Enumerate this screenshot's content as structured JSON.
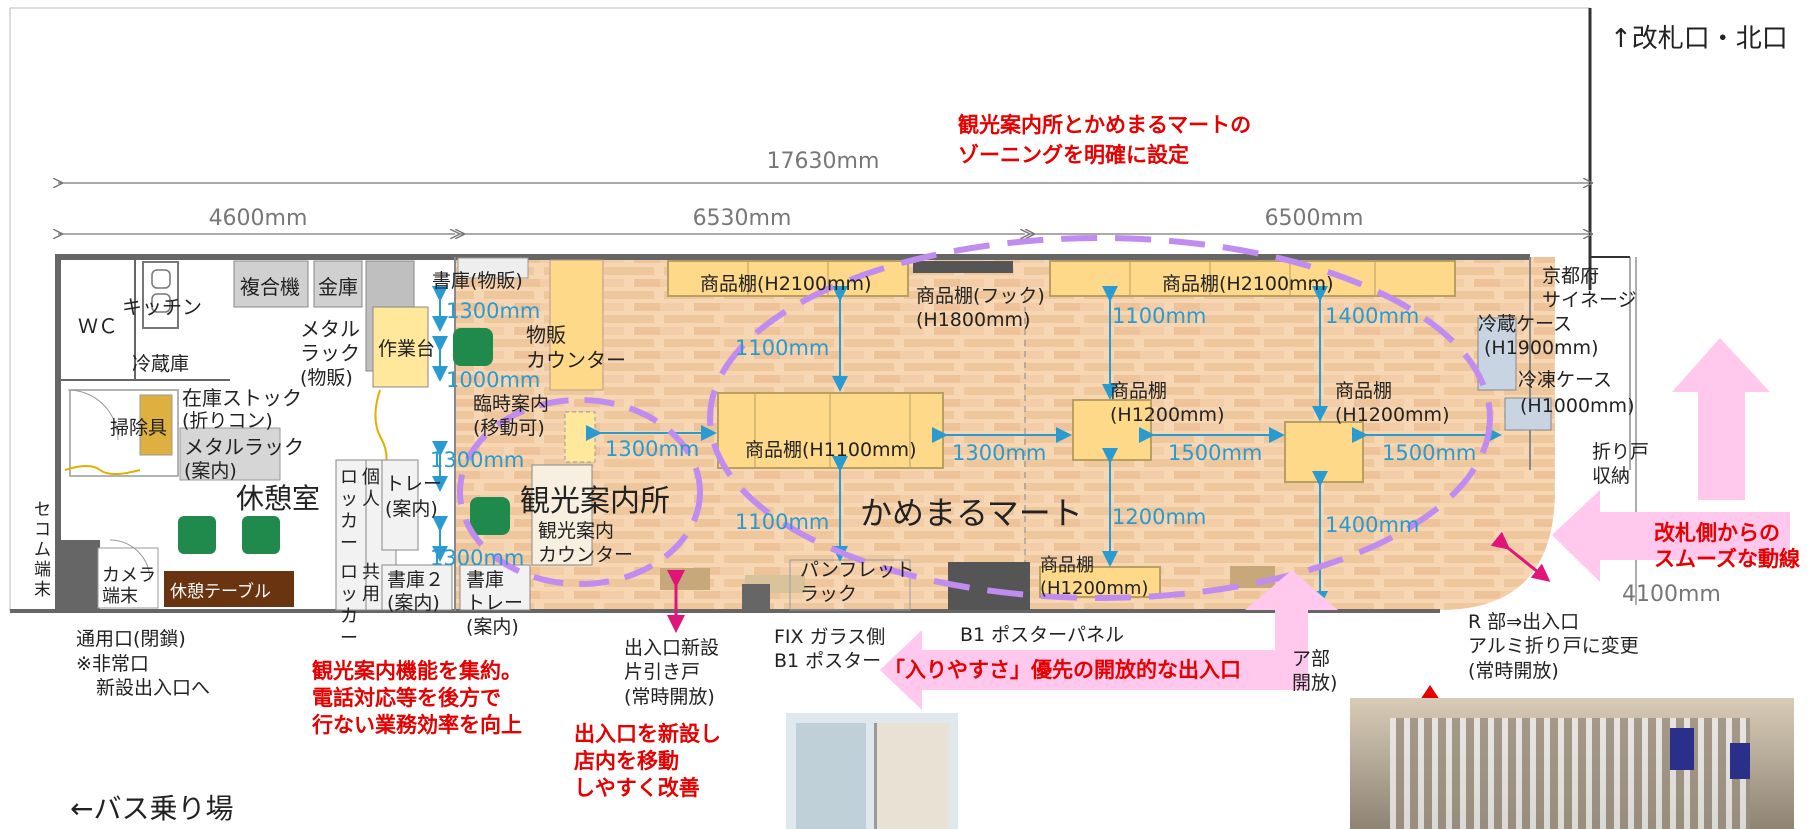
{
  "header": {
    "north_exit": "↑改札口・北口",
    "bus": "←バス乗り場"
  },
  "dimensions": {
    "total": "17630mm",
    "left": "4600mm",
    "mid": "6530mm",
    "right": "6500mm",
    "depth": "4100mm"
  },
  "rooms": {
    "wc": "ＷＣ",
    "kitchen": "キッチン",
    "fridge": "冷蔵庫",
    "copier": "複合機",
    "safe": "金庫",
    "metal_rack_sales": [
      "メタル",
      "ラック",
      "(物販)"
    ],
    "workbench": "作業台",
    "storage_sales": "書庫(物販)",
    "sales_counter": [
      "物販",
      "カウンター"
    ],
    "stock": [
      "在庫ストック",
      "(折りコン)"
    ],
    "cleaning": "掃除具",
    "metal_rack_info": [
      "メタルラック",
      "(案内)"
    ],
    "rest_room": "休憩室",
    "secom": [
      "セ",
      "コ",
      "ム",
      "端",
      "末"
    ],
    "camera": [
      "カメラ",
      "端末"
    ],
    "rest_table": "休憩テーブル",
    "personal_locker": [
      "個",
      "人",
      "ロ",
      "ッ",
      "カ",
      "ー"
    ],
    "shared_locker": [
      "共",
      "用",
      "ロ",
      "ッ",
      "カ",
      "ー"
    ],
    "tray_info": [
      "トレー",
      "(案内)"
    ],
    "storage2": [
      "書庫２",
      "(案内)"
    ],
    "storage_tray": [
      "書庫",
      "トレー",
      "(案内)"
    ],
    "temp_info": [
      "臨時案内",
      "(移動可)"
    ],
    "tourist_office": "観光案内所",
    "tourist_counter": [
      "観光案内",
      "カウンター"
    ],
    "mart": "かめまるマート",
    "shelf_top1": "商品棚(H2100mm)",
    "shelf_hook": [
      "商品棚(フック)",
      "(H1800mm)"
    ],
    "shelf_top2": "商品棚(H2100mm)",
    "shelf_mid1": "商品棚(H1100mm)",
    "shelf_mid2": [
      "商品棚",
      "(H1200mm)"
    ],
    "shelf_mid3": [
      "商品棚",
      "(H1200mm)"
    ],
    "shelf_bottom": [
      "商品棚",
      "(H1200mm)"
    ],
    "pamphlet": [
      "パンフレット",
      "ラック"
    ],
    "signage": [
      "京都府",
      "サイネージ"
    ],
    "cold_case": [
      "冷蔵ケース",
      "(H1900mm)"
    ],
    "frozen_case": [
      "冷凍ケース",
      "(H1000mm)"
    ],
    "folding_storage": [
      "折り戸",
      "収納"
    ]
  },
  "spacings": {
    "s1300a": "1300mm",
    "s1000": "1000mm",
    "s1300b": "1300mm",
    "s1300c": "1300mm",
    "s1300d": "1300mm",
    "s1100a": "1100mm",
    "s1100b": "1100mm",
    "s1300e": "1300mm",
    "s1100c": "1100mm",
    "s1500a": "1500mm",
    "s1200": "1200mm",
    "s1400a": "1400mm",
    "s1500b": "1500mm",
    "s1400b": "1400mm"
  },
  "labels": {
    "common_exit": [
      "通用口(閉鎖)",
      "※非常口",
      "新設出入口へ"
    ],
    "new_entrance": [
      "出入口新設",
      "片引き戸",
      "(常時開放)"
    ],
    "fix_glass": [
      "FIX ガラス側",
      "B1 ポスター"
    ],
    "b1_panel": "B1 ポスターパネル",
    "door_part": [
      "ア部",
      "開放)"
    ],
    "r_part": [
      "R 部⇒出入口",
      "アルミ折り戸に変更",
      "(常時開放)"
    ]
  },
  "callouts": {
    "zoning": [
      "観光案内所とかめまるマートの",
      "ゾーニングを明確に設定"
    ],
    "consolidate": [
      "観光案内機能を集約。",
      "電話対応等を後方で",
      "行ない業務効率を向上"
    ],
    "new_door": [
      "出入口を新設し",
      "店内を移動",
      "しやすく改善"
    ],
    "open_entrance": "「入りやすさ」優先の開放的な出入口",
    "ticket_flow": [
      "改札側からの",
      "スムーズな動線"
    ]
  },
  "colors": {
    "floor": "#f5d5b0",
    "shelf": "#ffd98a",
    "zone_dash": "#c08cf0",
    "dim_blue": "#2a9bd0",
    "arrow_pink": "#ffc8ec",
    "callout_red": "#e60000",
    "green_seat": "#1f8a4c"
  }
}
